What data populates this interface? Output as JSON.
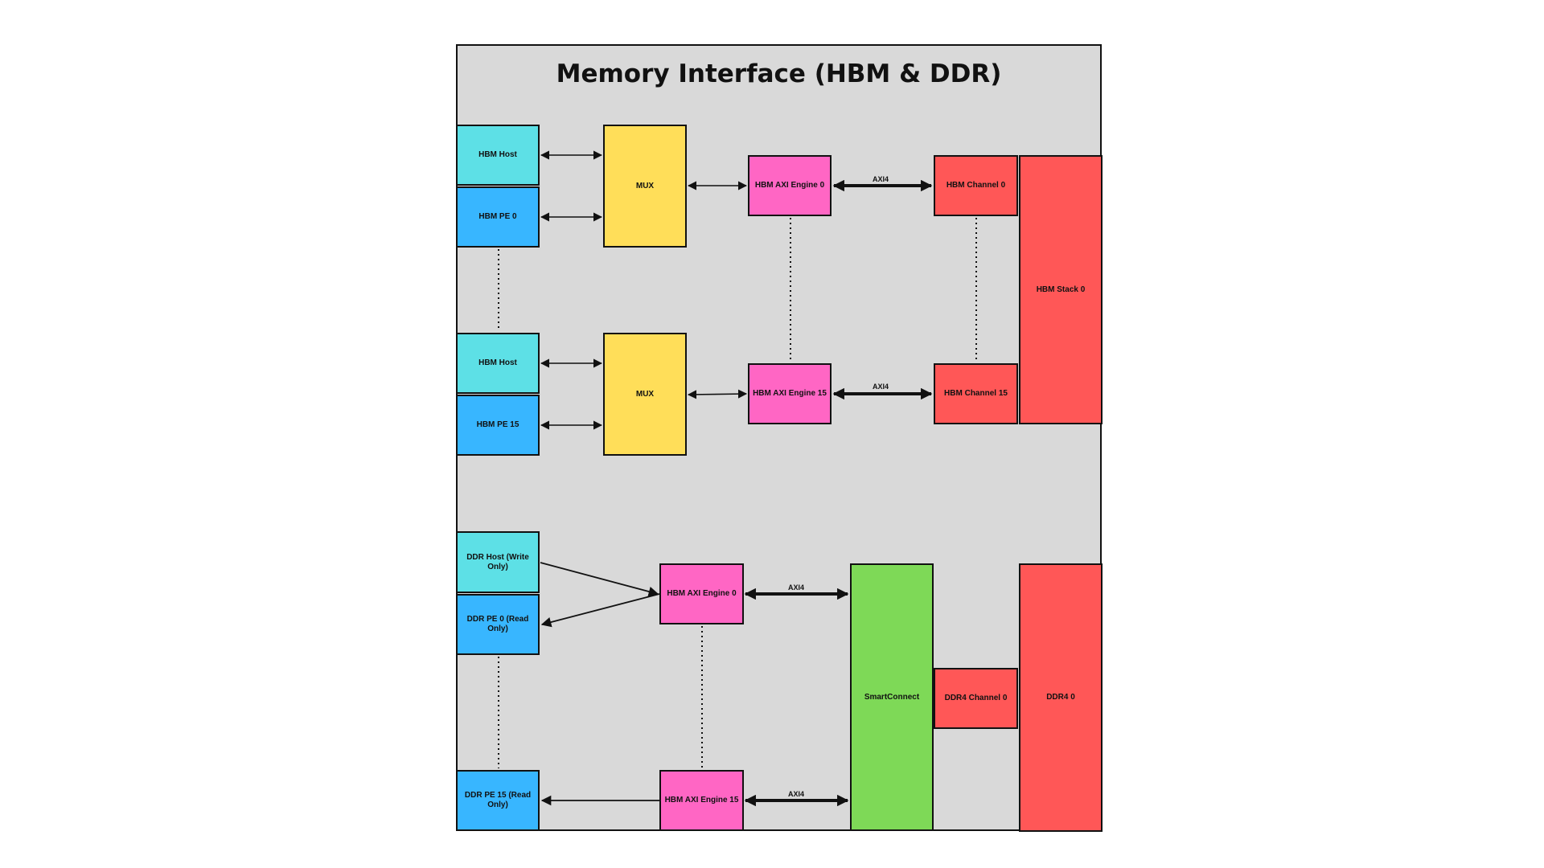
{
  "title": "Memory Interface (HBM & DDR)",
  "colors": {
    "panel": "#d9d9d9",
    "host": "#5de0e6",
    "pe": "#38b6ff",
    "mux": "#ffde59",
    "axi_engine": "#ff66c4",
    "channel_memory": "#ff5757",
    "smartconnect": "#7ed957"
  },
  "hbm": {
    "row0": {
      "host": "HBM Host",
      "pe": "HBM PE 0",
      "mux": "MUX",
      "engine": "HBM AXI Engine 0",
      "link": "AXI4",
      "channel": "HBM Channel 0"
    },
    "row15": {
      "host": "HBM Host",
      "pe": "HBM PE 15",
      "mux": "MUX",
      "engine": "HBM AXI Engine 15",
      "link": "AXI4",
      "channel": "HBM Channel 15"
    },
    "stack": "HBM Stack 0"
  },
  "ddr": {
    "host": "DDR Host (Write Only)",
    "pe0": "DDR PE 0 (Read Only)",
    "pe15": "DDR PE 15  (Read Only)",
    "engine0": "HBM AXI Engine 0",
    "engine15": "HBM AXI Engine 15",
    "link0": "AXI4",
    "link15": "AXI4",
    "smartconnect": "SmartConnect",
    "channel": "DDR4 Channel 0",
    "memory": "DDR4 0"
  }
}
